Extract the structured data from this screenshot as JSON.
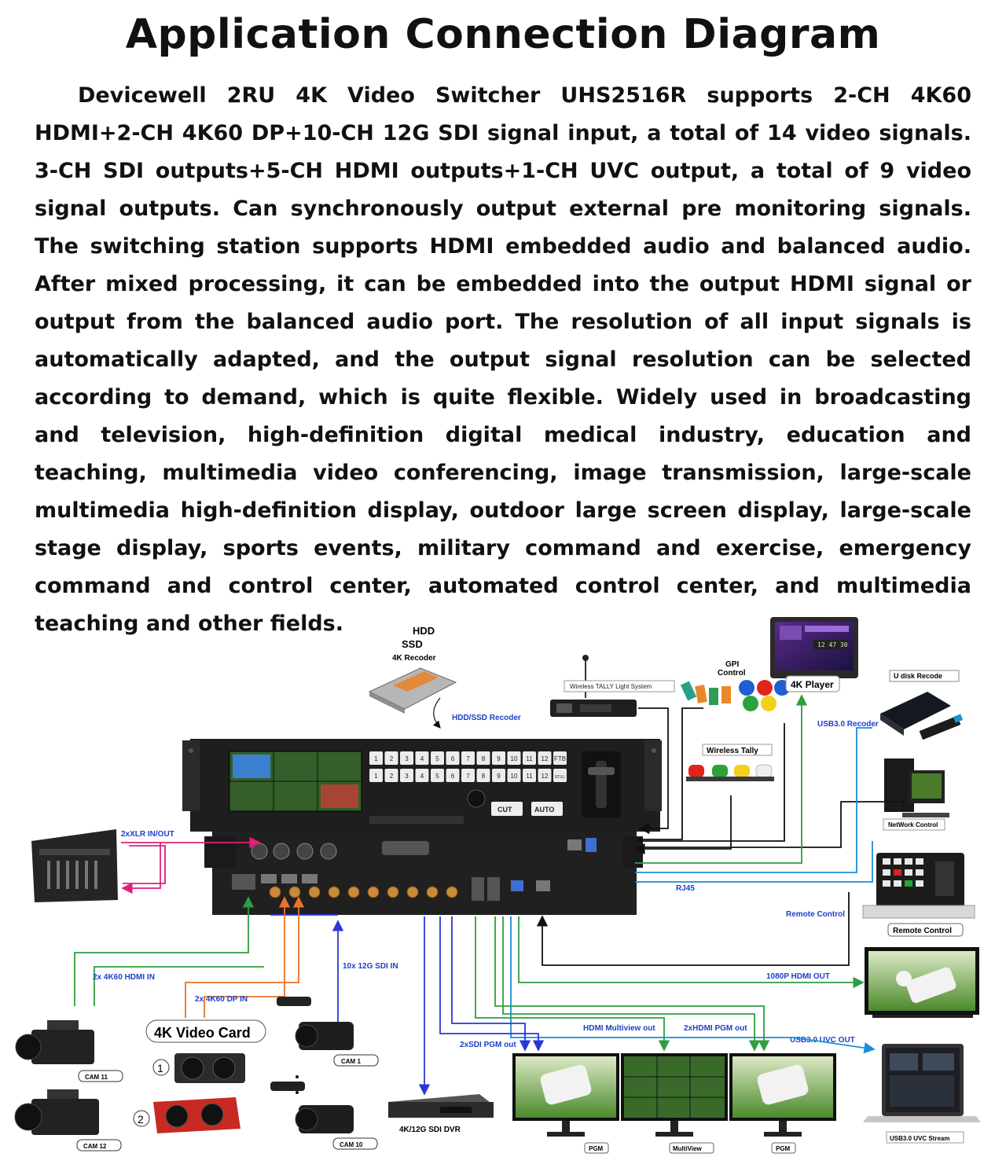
{
  "page": {
    "title": "Application Connection Diagram",
    "description": "Devicewell 2RU 4K Video Switcher UHS2516R supports 2-CH 4K60 HDMI+2-CH 4K60 DP+10-CH 12G SDI signal input, a total of 14 video signals. 3-CH SDI outputs+5-CH HDMI outputs+1-CH UVC output, a total of 9 video signal outputs. Can synchronously output external pre monitoring signals. The switching station supports HDMI embedded audio and balanced audio. After mixed processing, it can be embedded into the output HDMI signal or output from the balanced audio port. The resolution of all input signals is automatically adapted, and the output signal resolution can be selected according to demand, which is quite flexible. Widely used in broadcasting and television, high-definition digital medical industry, education and teaching, multimedia video conferencing, image transmission, large-scale multimedia high-definition display, outdoor large screen display, large-scale stage display, sports events, military command and exercise, emergency command and control center, automated control center, and multimedia teaching and other fields."
  },
  "diagram": {
    "storage": {
      "hdd": "HDD",
      "ssd": "SSD",
      "recorder": "4K Recoder",
      "link": "HDD/SSD Recoder"
    },
    "tally_system": "Wireless TALLY Light System",
    "gpi": {
      "line1": "GPI",
      "line2": "Control"
    },
    "player": "4K Player",
    "udisk": "U disk Recode",
    "usb_recoder": "USB3.0 Recoder",
    "wireless_tally": "Wireless Tally",
    "network_control": "NetWork Control",
    "rj45": "RJ45",
    "remote_link": "Remote Control",
    "remote_device": "Remote Control",
    "audio_link": "2xXLR  IN/OUT",
    "hdmi_in": "2x 4K60 HDMI IN",
    "dp_in": "2x 4K60 DP IN",
    "sdi_in": "10x 12G SDI IN",
    "video_card": "4K Video Card",
    "card1": "1",
    "card2": "2",
    "cams": {
      "cam11": "CAM 11",
      "cam12": "CAM 12",
      "cam1": "CAM 1",
      "cam10": "CAM 10"
    },
    "dvr": "4K/12G SDI DVR",
    "sdi_pgm_out": "2xSDI PGM out",
    "hdmi_multiview_out": "HDMI Multiview out",
    "hdmi_pgm_out": "2xHDMI PGM out",
    "hdmi_1080p_out": "1080P HDMI OUT",
    "uvc_out": "USB3.0 UVC OUT",
    "uvc_stream": "USB3.0 UVC Stream",
    "monitors": {
      "pgm1": "PGM",
      "multiview": "MultiView",
      "pgm2": "PGM"
    },
    "player_clock": "12 47 30",
    "switcher_keys": {
      "row1": [
        "1",
        "2",
        "3",
        "4",
        "5",
        "6",
        "7",
        "8",
        "9",
        "10",
        "11",
        "12",
        "FTB"
      ],
      "row2": [
        "1",
        "2",
        "3",
        "4",
        "5",
        "6",
        "7",
        "8",
        "9",
        "10",
        "11",
        "12",
        "STILL"
      ],
      "cut": "CUT",
      "auto": "AUTO"
    },
    "colors": {
      "blue_label": "#1e3fc8",
      "line_blue": "#2a37d8",
      "line_green": "#2e9e3e",
      "line_orange": "#e8742a",
      "line_pink": "#e0207a",
      "line_cyan": "#1a8fd8",
      "line_black": "#111111"
    }
  }
}
